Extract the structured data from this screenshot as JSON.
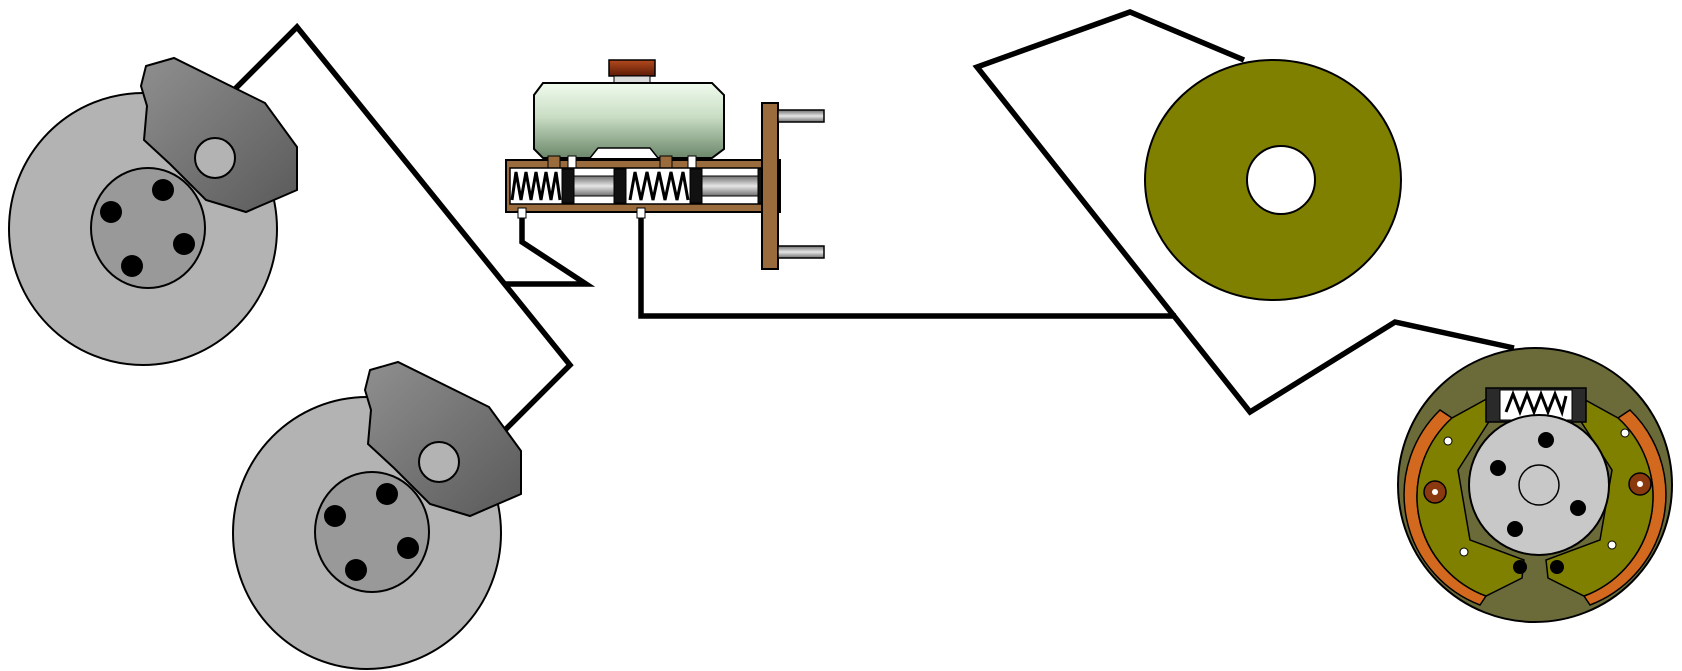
{
  "diagram": {
    "type": "brake-system-schematic",
    "labels": [],
    "colors": {
      "background": "#ffffff",
      "brake_line": "#000000",
      "rotor": "#b3b3b3",
      "hub": "#999999",
      "lug_nut": "#000000",
      "caliper_light": "#8a8a8a",
      "caliper_dark": "#5c5c5c",
      "reservoir_top": "#eaf8e6",
      "reservoir_bottom": "#6f8a6f",
      "reservoir_cap": "#8b2a0d",
      "master_cylinder_body": "#9a6b3c",
      "piston_rod": "#bdbdbd",
      "booster_plate": "#808000",
      "drum_backing": "#6b6b3a",
      "drum_shoe": "#808000",
      "drum_lining": "#d2691e",
      "drum_hub": "#c8c8c8"
    },
    "components": [
      {
        "name": "front-left-disc-brake",
        "parts": [
          "rotor",
          "hub",
          "lug-nuts",
          "caliper"
        ]
      },
      {
        "name": "front-right-disc-brake",
        "parts": [
          "rotor",
          "hub",
          "lug-nuts",
          "caliper"
        ]
      },
      {
        "name": "master-cylinder",
        "parts": [
          "reservoir",
          "reservoir-cap",
          "cylinder-bore",
          "primary-piston",
          "secondary-piston",
          "return-springs",
          "mounting-flange",
          "mounting-studs"
        ]
      },
      {
        "name": "brake-booster-disc",
        "parts": [
          "disc",
          "center-hole"
        ]
      },
      {
        "name": "rear-drum-brake",
        "parts": [
          "backing-plate",
          "brake-shoes",
          "linings",
          "wheel-cylinder",
          "spring",
          "hub",
          "lug-nuts",
          "rivets"
        ]
      }
    ],
    "brake_lines": [
      {
        "name": "line-to-front-disc-brakes"
      },
      {
        "name": "line-to-booster-and-drum"
      }
    ]
  }
}
